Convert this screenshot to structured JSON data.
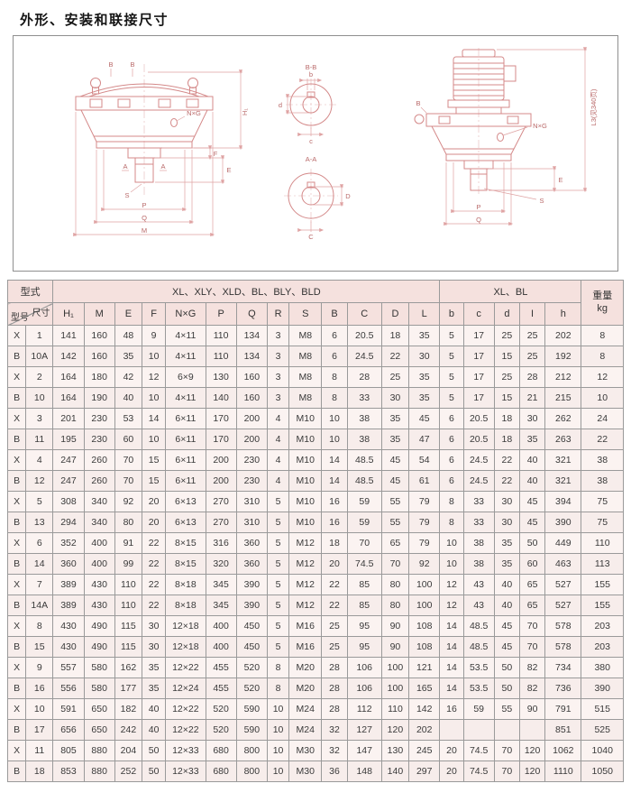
{
  "page": {
    "title": "外形、安装和联接尺寸"
  },
  "drawing": {
    "labels": {
      "section_b": "B",
      "section_a": "A",
      "ng": "N×G",
      "h1": "H₁",
      "e": "E",
      "f": "F",
      "s": "S",
      "p": "P",
      "q": "Q",
      "m": "M",
      "bb_title": "B-B",
      "aa_title": "A-A",
      "dim_b": "b",
      "dim_c": "c",
      "dim_d": "d",
      "dim_cap_c": "C",
      "dim_cap_d": "D",
      "l3": "L3(见340页)"
    }
  },
  "table": {
    "header": {
      "col_type": "型式",
      "group1": "XL、XLY、XLD、BL、BLY、BLD",
      "group2": "XL、BL",
      "weight": "重量",
      "weight_unit": "kg",
      "size_label": "尺寸",
      "model_label": "型号",
      "columns": [
        "H₁",
        "M",
        "E",
        "F",
        "N×G",
        "P",
        "Q",
        "R",
        "S",
        "B",
        "C",
        "D",
        "L",
        "b",
        "c",
        "d",
        "I",
        "h"
      ]
    },
    "rows": [
      [
        "X",
        "1",
        "141",
        "160",
        "48",
        "9",
        "4×11",
        "110",
        "134",
        "3",
        "M8",
        "6",
        "20.5",
        "18",
        "35",
        "5",
        "17",
        "25",
        "25",
        "202",
        "8"
      ],
      [
        "B",
        "10A",
        "142",
        "160",
        "35",
        "10",
        "4×11",
        "110",
        "134",
        "3",
        "M8",
        "6",
        "24.5",
        "22",
        "30",
        "5",
        "17",
        "15",
        "25",
        "192",
        "8"
      ],
      [
        "X",
        "2",
        "164",
        "180",
        "42",
        "12",
        "6×9",
        "130",
        "160",
        "3",
        "M8",
        "8",
        "28",
        "25",
        "35",
        "5",
        "17",
        "25",
        "28",
        "212",
        "12"
      ],
      [
        "B",
        "10",
        "164",
        "190",
        "40",
        "10",
        "4×11",
        "140",
        "160",
        "3",
        "M8",
        "8",
        "33",
        "30",
        "35",
        "5",
        "17",
        "15",
        "21",
        "215",
        "10"
      ],
      [
        "X",
        "3",
        "201",
        "230",
        "53",
        "14",
        "6×11",
        "170",
        "200",
        "4",
        "M10",
        "10",
        "38",
        "35",
        "45",
        "6",
        "20.5",
        "18",
        "30",
        "262",
        "24"
      ],
      [
        "B",
        "11",
        "195",
        "230",
        "60",
        "10",
        "6×11",
        "170",
        "200",
        "4",
        "M10",
        "10",
        "38",
        "35",
        "47",
        "6",
        "20.5",
        "18",
        "35",
        "263",
        "22"
      ],
      [
        "X",
        "4",
        "247",
        "260",
        "70",
        "15",
        "6×11",
        "200",
        "230",
        "4",
        "M10",
        "14",
        "48.5",
        "45",
        "54",
        "6",
        "24.5",
        "22",
        "40",
        "321",
        "38"
      ],
      [
        "B",
        "12",
        "247",
        "260",
        "70",
        "15",
        "6×11",
        "200",
        "230",
        "4",
        "M10",
        "14",
        "48.5",
        "45",
        "61",
        "6",
        "24.5",
        "22",
        "40",
        "321",
        "38"
      ],
      [
        "X",
        "5",
        "308",
        "340",
        "92",
        "20",
        "6×13",
        "270",
        "310",
        "5",
        "M10",
        "16",
        "59",
        "55",
        "79",
        "8",
        "33",
        "30",
        "45",
        "394",
        "75"
      ],
      [
        "B",
        "13",
        "294",
        "340",
        "80",
        "20",
        "6×13",
        "270",
        "310",
        "5",
        "M10",
        "16",
        "59",
        "55",
        "79",
        "8",
        "33",
        "30",
        "45",
        "390",
        "75"
      ],
      [
        "X",
        "6",
        "352",
        "400",
        "91",
        "22",
        "8×15",
        "316",
        "360",
        "5",
        "M12",
        "18",
        "70",
        "65",
        "79",
        "10",
        "38",
        "35",
        "50",
        "449",
        "110"
      ],
      [
        "B",
        "14",
        "360",
        "400",
        "99",
        "22",
        "8×15",
        "320",
        "360",
        "5",
        "M12",
        "20",
        "74.5",
        "70",
        "92",
        "10",
        "38",
        "35",
        "60",
        "463",
        "113"
      ],
      [
        "X",
        "7",
        "389",
        "430",
        "110",
        "22",
        "8×18",
        "345",
        "390",
        "5",
        "M12",
        "22",
        "85",
        "80",
        "100",
        "12",
        "43",
        "40",
        "65",
        "527",
        "155"
      ],
      [
        "B",
        "14A",
        "389",
        "430",
        "110",
        "22",
        "8×18",
        "345",
        "390",
        "5",
        "M12",
        "22",
        "85",
        "80",
        "100",
        "12",
        "43",
        "40",
        "65",
        "527",
        "155"
      ],
      [
        "X",
        "8",
        "430",
        "490",
        "115",
        "30",
        "12×18",
        "400",
        "450",
        "5",
        "M16",
        "25",
        "95",
        "90",
        "108",
        "14",
        "48.5",
        "45",
        "70",
        "578",
        "203"
      ],
      [
        "B",
        "15",
        "430",
        "490",
        "115",
        "30",
        "12×18",
        "400",
        "450",
        "5",
        "M16",
        "25",
        "95",
        "90",
        "108",
        "14",
        "48.5",
        "45",
        "70",
        "578",
        "203"
      ],
      [
        "X",
        "9",
        "557",
        "580",
        "162",
        "35",
        "12×22",
        "455",
        "520",
        "8",
        "M20",
        "28",
        "106",
        "100",
        "121",
        "14",
        "53.5",
        "50",
        "82",
        "734",
        "380"
      ],
      [
        "B",
        "16",
        "556",
        "580",
        "177",
        "35",
        "12×24",
        "455",
        "520",
        "8",
        "M20",
        "28",
        "106",
        "100",
        "165",
        "14",
        "53.5",
        "50",
        "82",
        "736",
        "390"
      ],
      [
        "X",
        "10",
        "591",
        "650",
        "182",
        "40",
        "12×22",
        "520",
        "590",
        "10",
        "M24",
        "28",
        "112",
        "110",
        "142",
        "16",
        "59",
        "55",
        "90",
        "791",
        "515"
      ],
      [
        "B",
        "17",
        "656",
        "650",
        "242",
        "40",
        "12×22",
        "520",
        "590",
        "10",
        "M24",
        "32",
        "127",
        "120",
        "202",
        "",
        "",
        "",
        "",
        "851",
        "525"
      ],
      [
        "X",
        "11",
        "805",
        "880",
        "204",
        "50",
        "12×33",
        "680",
        "800",
        "10",
        "M30",
        "32",
        "147",
        "130",
        "245",
        "20",
        "74.5",
        "70",
        "120",
        "1062",
        "1040"
      ],
      [
        "B",
        "18",
        "853",
        "880",
        "252",
        "50",
        "12×33",
        "680",
        "800",
        "10",
        "M30",
        "36",
        "148",
        "140",
        "297",
        "20",
        "74.5",
        "70",
        "120",
        "1110",
        "1050"
      ]
    ]
  }
}
